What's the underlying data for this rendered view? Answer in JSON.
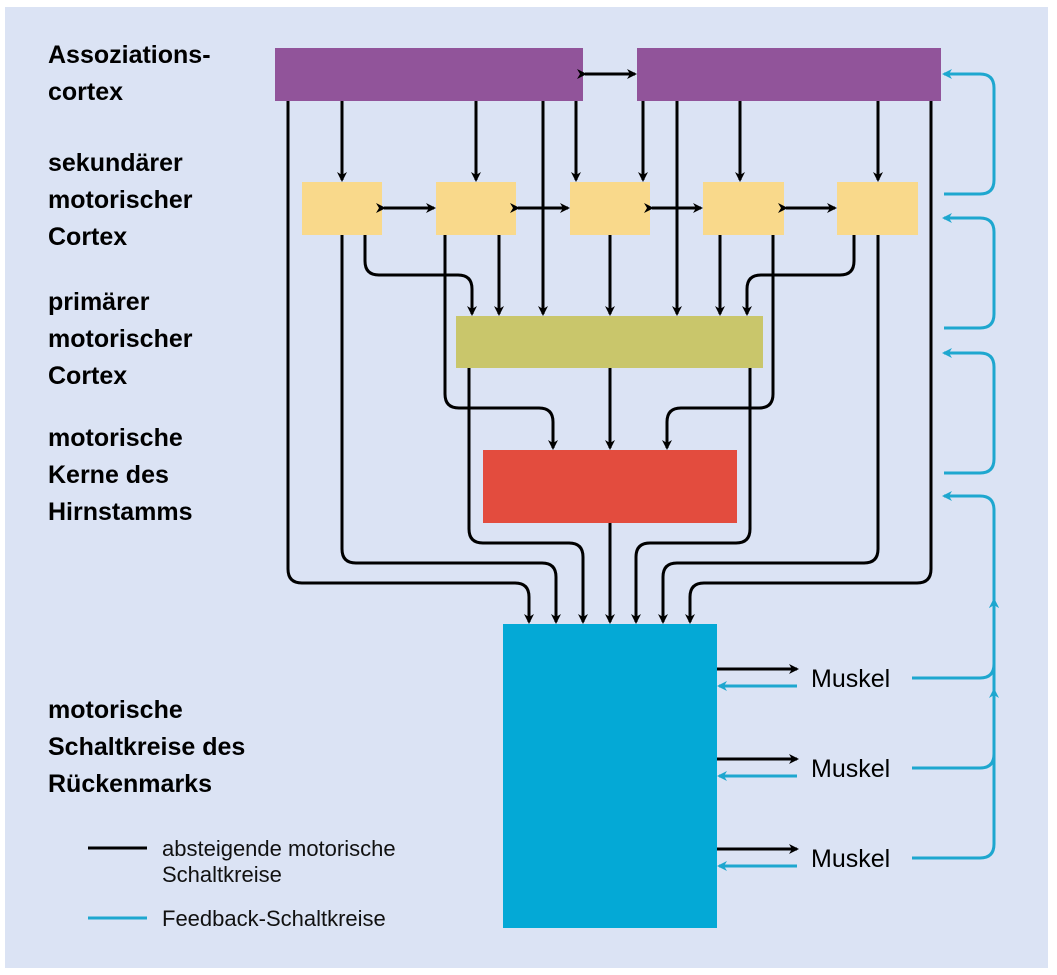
{
  "levels": [
    {
      "id": "assoc",
      "lines": [
        "Assoziations-",
        "cortex"
      ]
    },
    {
      "id": "secondary",
      "lines": [
        "sekundärer",
        "motorischer",
        "Cortex"
      ]
    },
    {
      "id": "primary",
      "lines": [
        "primärer",
        "motorischer",
        "Cortex"
      ]
    },
    {
      "id": "brainstem",
      "lines": [
        "motorische",
        "Kerne des",
        "Hirnstamms"
      ]
    },
    {
      "id": "spinal",
      "lines": [
        "motorische",
        "Schaltkreise des",
        "Rückenmarks"
      ]
    }
  ],
  "muscles": [
    "Muskel",
    "Muskel",
    "Muskel"
  ],
  "legend": {
    "descending": [
      "absteigende motorische",
      "Schaltkreise"
    ],
    "feedback": "Feedback-Schaltkreise"
  },
  "colors": {
    "background": "#dbe3f4",
    "association_cortex": "#91549a",
    "secondary_cortex": "#f9d98b",
    "primary_cortex": "#c9c66b",
    "brainstem": "#e34c3e",
    "spinal_cord": "#04a9d6",
    "descending_line": "#000000",
    "feedback_line": "#1ea7cf"
  }
}
